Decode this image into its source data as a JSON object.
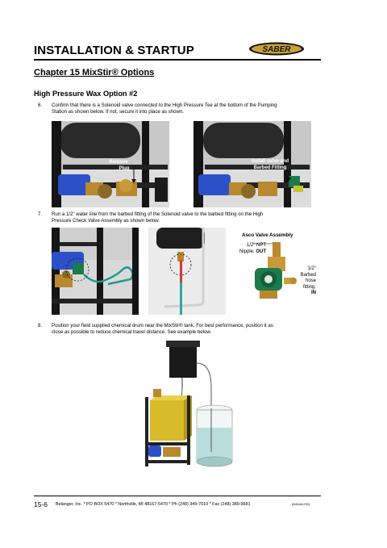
{
  "header": {
    "title": "INSTALLATION & STARTUP",
    "logo_text": "SABER"
  },
  "chapter": {
    "title": "Chapter 15 MixStir® Options"
  },
  "section": {
    "title": "High Pressure Wax Option #2"
  },
  "steps": [
    {
      "number": "6.",
      "line1": "Confirm that there is a Solenoid valve connected to the High Pressure Tee at the bottom of the Pumping",
      "line2": "Station as shown below. If not, secure it into place as shown."
    },
    {
      "number": "7.",
      "line1": "Run a 1/2\" water line from the barbed fitting of the Solenoid valve to the barbed fitting on the High",
      "line2": "Pressure Check Valve Assembly as shown below."
    },
    {
      "number": "8.",
      "line1": "Position your field supplied chemical drum near the MixStir® tank. For best performance, position it as",
      "line2": "close as possible to reduce chemical travel distance. See example below."
    }
  ],
  "figures": {
    "remove_plug": {
      "line1": "Remove",
      "line2": "Plug"
    },
    "install_valve": {
      "line1": "Install valve and",
      "line2": "Barbed Fitting"
    },
    "asco": {
      "title": "Asco Valve Assembly",
      "npt_line1": "1/2\" NPT",
      "npt_line2": "Nipple:",
      "npt_out": "OUT",
      "barbed_1": "1/2\"",
      "barbed_2": "Barbed",
      "barbed_3": "hose",
      "barbed_4": "fitting:",
      "barbed_in": "IN"
    }
  },
  "footer": {
    "page": "15-6",
    "text": "Belanger, Inc. * PO BOX 5470 * Northville, MI 48167-5470 * Ph (248) 349-7010 * Fax (248) 380-9681",
    "code": "(MANUL290)"
  },
  "colors": {
    "accent_blue": "#2b50c8",
    "brass": "#b8892e",
    "valve_green": "#1d7a4a",
    "hose_teal": "#2fa8a0"
  }
}
